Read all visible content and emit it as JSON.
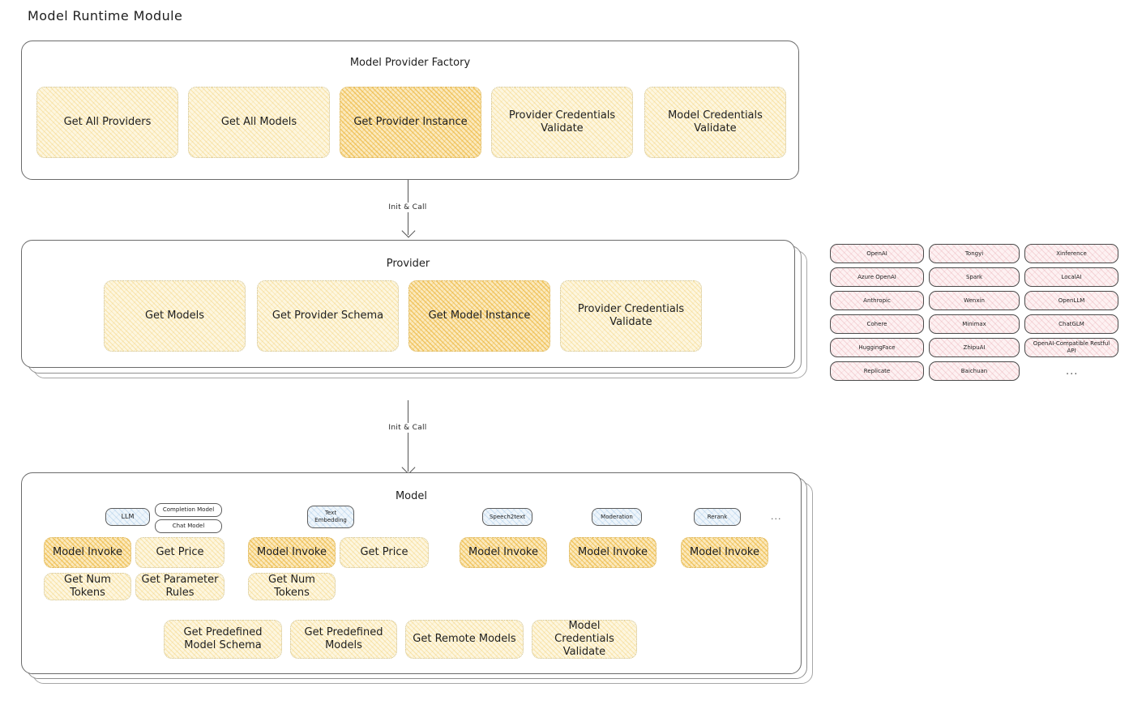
{
  "page": {
    "title": "Model Runtime Module"
  },
  "factory": {
    "title": "Model Provider Factory",
    "nodes": [
      {
        "label": "Get All Providers",
        "highlight": false
      },
      {
        "label": "Get All Models",
        "highlight": false
      },
      {
        "label": "Get Provider Instance",
        "highlight": true
      },
      {
        "label": "Provider Credentials Validate",
        "highlight": false
      },
      {
        "label": "Model Credentials Validate",
        "highlight": false
      }
    ]
  },
  "arrows": [
    {
      "label": "Init & Call"
    },
    {
      "label": "Init & Call"
    }
  ],
  "provider": {
    "title": "Provider",
    "nodes": [
      {
        "label": "Get Models",
        "highlight": false
      },
      {
        "label": "Get Provider Schema",
        "highlight": false
      },
      {
        "label": "Get Model Instance",
        "highlight": true
      },
      {
        "label": "Provider Credentials Validate",
        "highlight": false
      }
    ]
  },
  "provider_list": {
    "columns": [
      [
        "OpenAI",
        "Azure OpenAI",
        "Anthropic",
        "Cohere",
        "HuggingFace",
        "Replicate"
      ],
      [
        "Tongyi",
        "Spark",
        "Wenxin",
        "Minimax",
        "ZhipuAI",
        "Baichuan"
      ],
      [
        "Xinference",
        "LocalAI",
        "OpenLLM",
        "ChatGLM",
        "OpenAI-Compatible Restful API"
      ]
    ],
    "more": "..."
  },
  "model": {
    "title": "Model",
    "more": "...",
    "types": [
      {
        "name": "LLM",
        "subtags": [
          "Completion Model",
          "Chat Model"
        ]
      },
      {
        "name": "Text Embedding",
        "subtags": []
      },
      {
        "name": "Speech2text",
        "subtags": []
      },
      {
        "name": "Moderation",
        "subtags": []
      },
      {
        "name": "Rerank",
        "subtags": []
      }
    ],
    "llm_methods": [
      {
        "label": "Model Invoke",
        "highlight": true
      },
      {
        "label": "Get Price",
        "highlight": false
      },
      {
        "label": "Get Num Tokens",
        "highlight": false
      },
      {
        "label": "Get Parameter Rules",
        "highlight": false
      }
    ],
    "embedding_methods": [
      {
        "label": "Model Invoke",
        "highlight": true
      },
      {
        "label": "Get Price",
        "highlight": false
      },
      {
        "label": "Get Num Tokens",
        "highlight": false
      }
    ],
    "speech2text_methods": [
      {
        "label": "Model Invoke",
        "highlight": true
      }
    ],
    "moderation_methods": [
      {
        "label": "Model Invoke",
        "highlight": true
      }
    ],
    "rerank_methods": [
      {
        "label": "Model Invoke",
        "highlight": true
      }
    ],
    "common_methods": [
      {
        "label": "Get Predefined Model Schema"
      },
      {
        "label": "Get Predefined Models"
      },
      {
        "label": "Get Remote Models"
      },
      {
        "label": "Model Credentials Validate"
      }
    ]
  },
  "colors": {
    "node_light": "#fdf6df",
    "node_strong": "#fbe9bd",
    "provider_chip": "#fdf1f2",
    "model_tag": "#eef5fb",
    "stroke": "#1e1e1e"
  }
}
